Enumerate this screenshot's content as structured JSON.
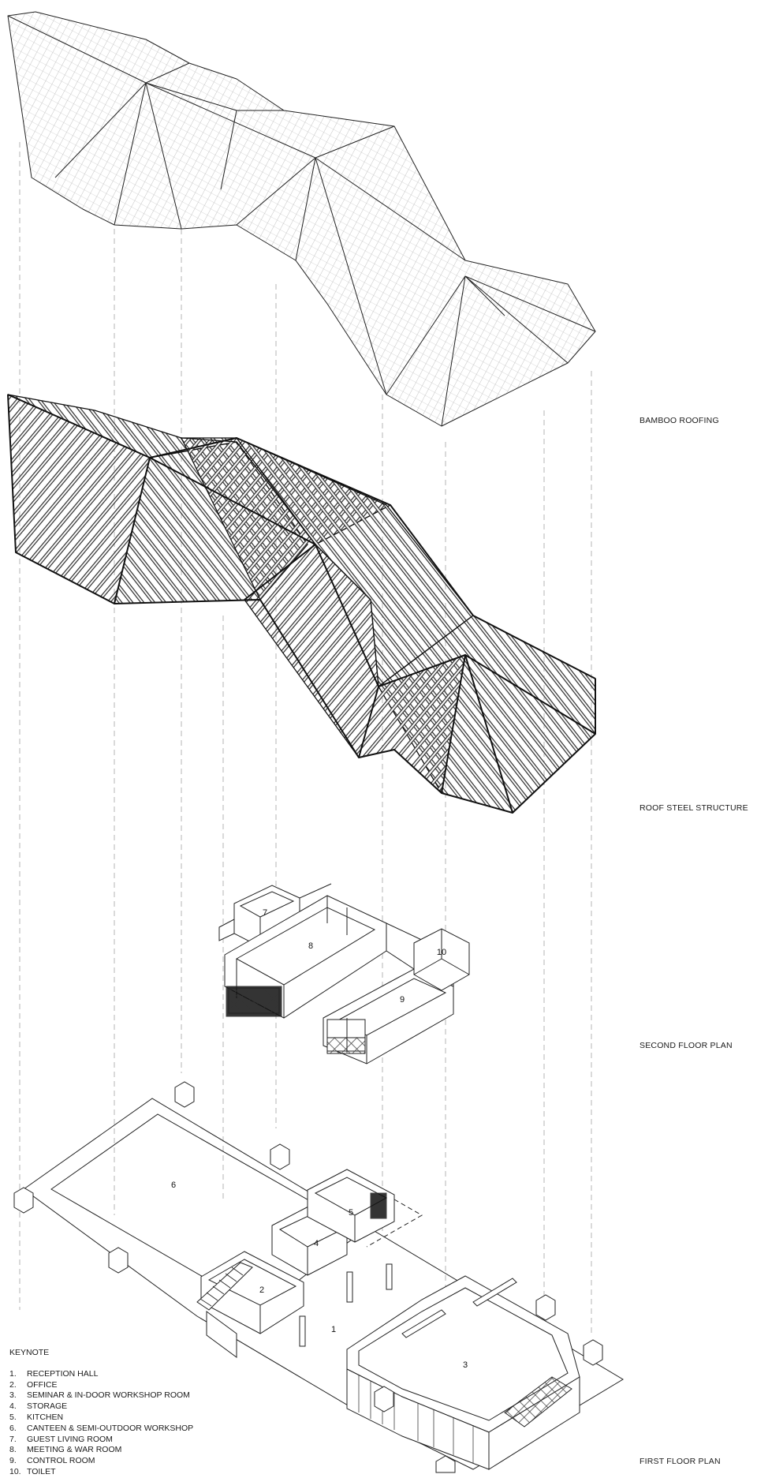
{
  "labels": {
    "bamboo_roofing": "BAMBOO ROOFING",
    "roof_steel_structure": "ROOF STEEL STRUCTURE",
    "second_floor_plan": "SECOND FLOOR PLAN",
    "first_floor_plan": "FIRST FLOOR PLAN"
  },
  "keynote": {
    "title": "KEYNOTE",
    "items": [
      {
        "num": "1.",
        "text": "RECEPTION HALL"
      },
      {
        "num": "2.",
        "text": "OFFICE"
      },
      {
        "num": "3.",
        "text": "SEMINAR & IN-DOOR WORKSHOP ROOM"
      },
      {
        "num": "4.",
        "text": "STORAGE"
      },
      {
        "num": "5.",
        "text": "KITCHEN"
      },
      {
        "num": "6.",
        "text": "CANTEEN & SEMI-OUTDOOR WORKSHOP"
      },
      {
        "num": "7.",
        "text": "GUEST LIVING ROOM"
      },
      {
        "num": "8.",
        "text": "MEETING & WAR ROOM"
      },
      {
        "num": "9.",
        "text": "CONTROL ROOM"
      },
      {
        "num": "10.",
        "text": "TOILET"
      }
    ]
  },
  "rooms": {
    "r1": "1",
    "r2": "2",
    "r3": "3",
    "r4": "4",
    "r5": "5",
    "r6": "6",
    "r7": "7",
    "r8": "8",
    "r9": "9",
    "r10": "10"
  },
  "colors": {
    "line": "#222222",
    "hatch": "#9a9a9a",
    "guide": "#b5b5b5"
  }
}
